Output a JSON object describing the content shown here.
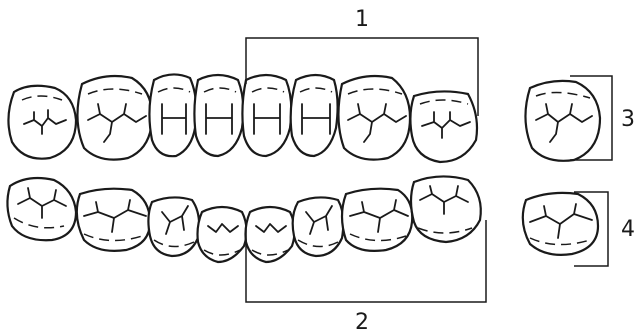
{
  "labels": {
    "upper_posterior_bracket": "1",
    "lower_posterior_bracket": "2",
    "upper_molar_detail": "3",
    "lower_molar_detail": "4"
  }
}
